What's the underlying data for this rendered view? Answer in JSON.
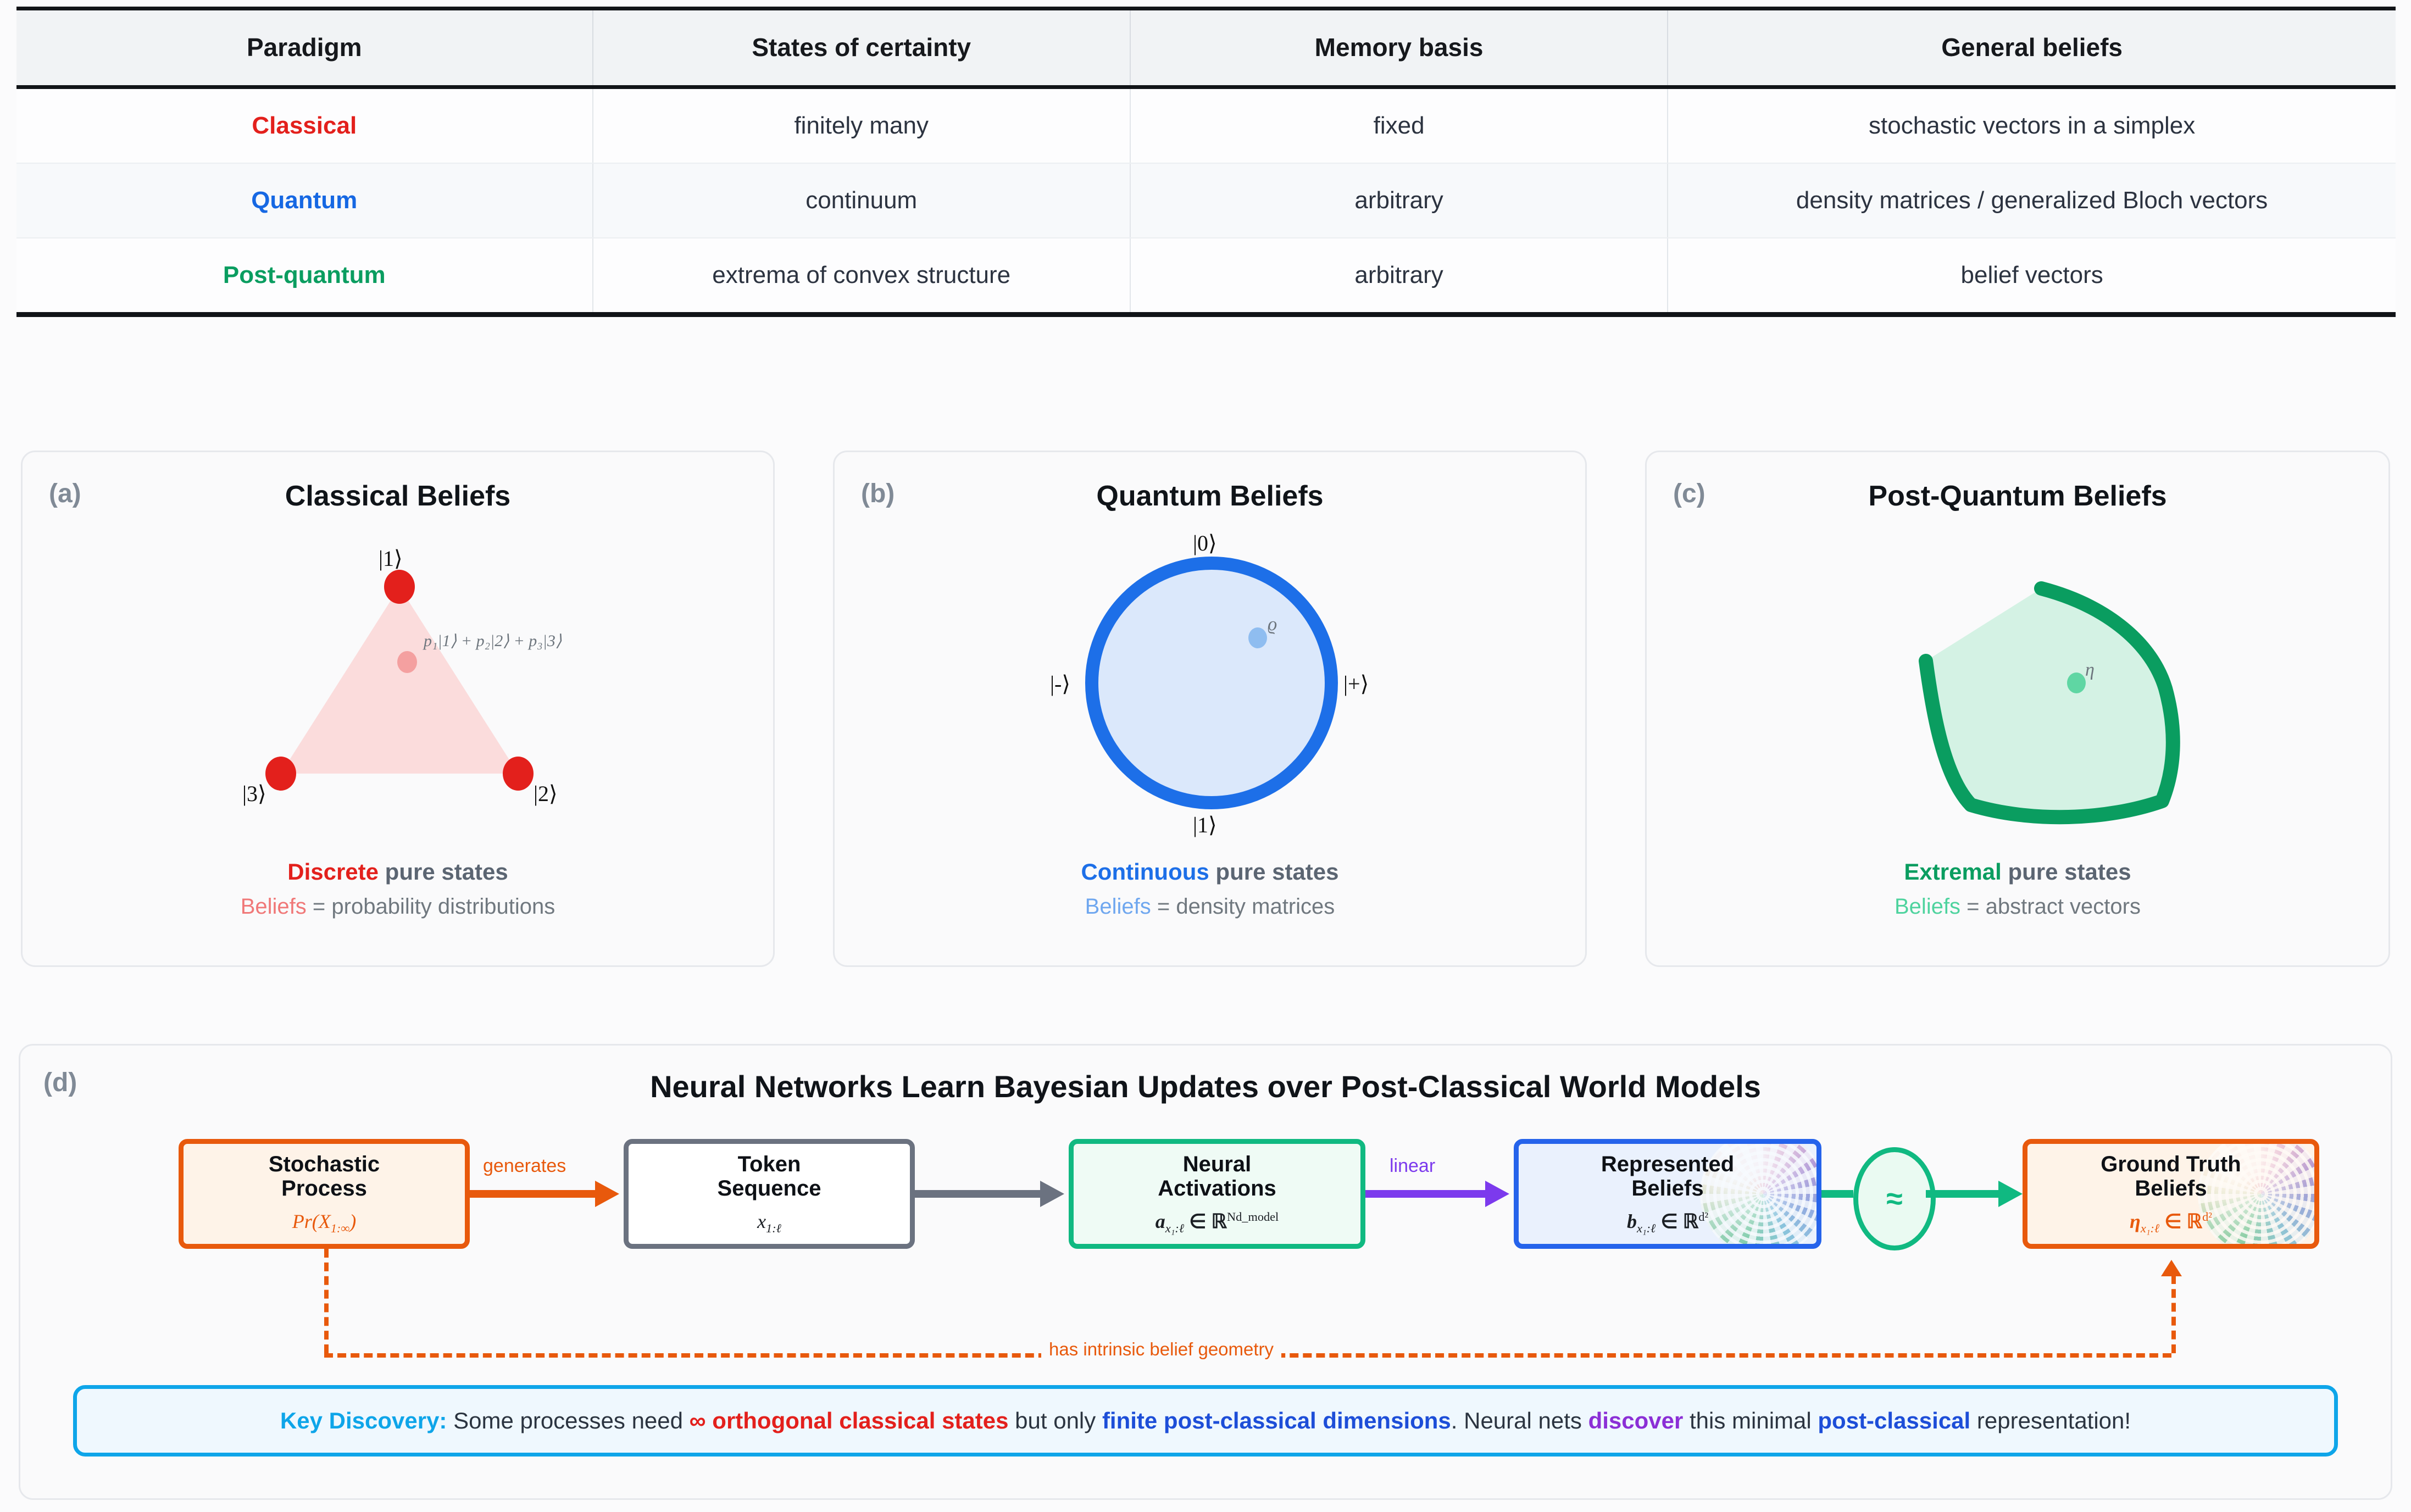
{
  "table": {
    "headers": [
      "Paradigm",
      "States of certainty",
      "Memory basis",
      "General beliefs"
    ],
    "rows": [
      {
        "paradigm": "Classical",
        "paradigm_color": "#e3201c",
        "states_of_certainty": "finitely many",
        "memory_basis": "fixed",
        "general_beliefs": "stochastic vectors in a simplex"
      },
      {
        "paradigm": "Quantum",
        "paradigm_color": "#1668e3",
        "states_of_certainty": "continuum",
        "memory_basis": "arbitrary",
        "general_beliefs": "density matrices / generalized Bloch vectors"
      },
      {
        "paradigm": "Post-quantum",
        "paradigm_color": "#0a9d60",
        "states_of_certainty": "extrema of convex structure",
        "memory_basis": "arbitrary",
        "general_beliefs": "belief vectors"
      }
    ]
  },
  "panel_a": {
    "tag": "(a)",
    "title": "Classical Beliefs",
    "vertex_labels": [
      "|1⟩",
      "|2⟩",
      "|3⟩"
    ],
    "interior_label": "p₁|1⟩ + p₂|2⟩ + p₃|3⟩",
    "caption_highlight": "Discrete",
    "caption_rest": " pure states",
    "caption2_highlight": "Beliefs",
    "caption2_rest": " = probability distributions",
    "accent": "#e3201c",
    "fill": "#fbdcdc"
  },
  "panel_b": {
    "tag": "(b)",
    "title": "Quantum Beliefs",
    "labels": {
      "top": "|0⟩",
      "bottom": "|1⟩",
      "left": "|-⟩",
      "right": "|+⟩"
    },
    "point_label": "ϱ",
    "caption_highlight": "Continuous",
    "caption_rest": " pure states",
    "caption2_highlight": "Beliefs",
    "caption2_rest": " = density matrices",
    "accent": "#1d6fe8",
    "fill": "#dbe8fb"
  },
  "panel_c": {
    "tag": "(c)",
    "title": "Post-Quantum Beliefs",
    "point_label": "η",
    "caption_highlight": "Extremal",
    "caption_rest": " pure states",
    "caption2_highlight": "Beliefs",
    "caption2_rest": " = abstract vectors",
    "accent": "#0a9d60",
    "fill": "#d4f2e4"
  },
  "panel_d": {
    "tag": "(d)",
    "title": "Neural Networks Learn Bayesian Updates over Post-Classical World Models",
    "nodes": [
      {
        "title_line1": "Stochastic",
        "title_line2": "Process",
        "math_main": "Pr(X",
        "math_sub": "1:∞",
        "math_tail": ")",
        "border": "#e8590c",
        "bg": "#fef3e8",
        "math_color": "#e8590c",
        "sphere": false
      },
      {
        "title_line1": "Token",
        "title_line2": "Sequence",
        "math_main": "x",
        "math_sub": "1:ℓ",
        "math_tail": "",
        "border": "#6b7280",
        "bg": "#ffffff",
        "math_color": "#1b1f24",
        "sphere": false
      },
      {
        "title_line1": "Neural",
        "title_line2": "Activations",
        "math_main": "a",
        "math_sub": "x₁:ℓ",
        "math_tail": " ∈ ℝ",
        "math_sup": "Nd_model",
        "border": "#10b981",
        "bg": "#effbf5",
        "math_color": "#1b1f24",
        "sphere": false
      },
      {
        "title_line1": "Represented",
        "title_line2": "Beliefs",
        "math_main": "b",
        "math_sub": "x₁:ℓ",
        "math_tail": " ∈ ℝ",
        "math_sup": "d²",
        "border": "#2563eb",
        "bg": "#eaf1fd",
        "math_color": "#1b1f24",
        "sphere": true
      },
      {
        "title_line1": "Ground Truth",
        "title_line2": "Beliefs",
        "math_main": "η",
        "math_sub": "x₁:ℓ",
        "math_tail": " ∈ ℝ",
        "math_sup": "d²",
        "border": "#e8590c",
        "bg": "#fef3e8",
        "math_color": "#e8590c",
        "sphere": true
      }
    ],
    "arrow_labels": {
      "generates": "generates",
      "linear": "linear"
    },
    "approx_symbol": "≈",
    "feedback_label": "has intrinsic belief geometry",
    "key_discovery": {
      "label": "Key Discovery:",
      "seg1": " Some processes need ",
      "seg2": "∞ orthogonal classical states",
      "seg3": " but only ",
      "seg4": "finite post-classical dimensions",
      "seg5": ". Neural nets ",
      "seg6": "discover",
      "seg7": " this minimal ",
      "seg8": "post-classical",
      "seg9": " representation!",
      "color_label": "#0ea5e9",
      "color_red": "#e3201c",
      "color_blue": "#1d4ed8",
      "color_purple": "#8b2fd6"
    }
  }
}
